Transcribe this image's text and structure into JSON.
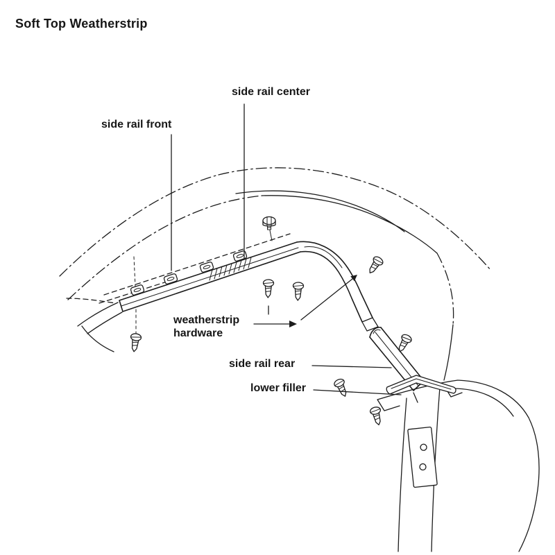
{
  "title": "Soft Top Weatherstrip",
  "labels": {
    "side_rail_center": "side rail center",
    "side_rail_front": "side rail front",
    "weatherstrip_hardware": "weatherstrip hardware",
    "side_rail_rear": "side rail rear",
    "lower_filler": "lower filler"
  },
  "hardware_counts": {
    "screws": 7,
    "bolts": 1
  },
  "icons": {
    "screw": "slotted-screw-glyph",
    "bolt": "hex-bolt-glyph"
  },
  "colors": {
    "ink": "#1c1c1c",
    "background": "#ffffff"
  }
}
